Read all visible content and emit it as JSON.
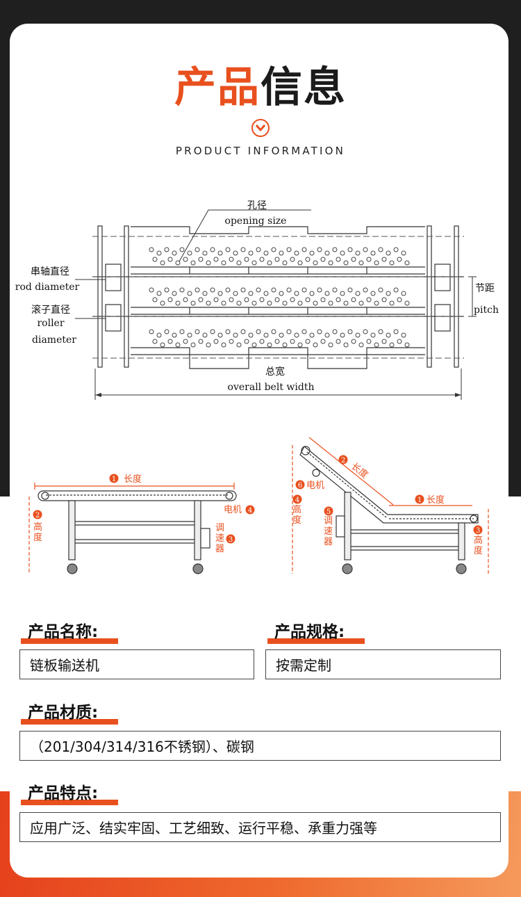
{
  "header": {
    "title_accent": "产品",
    "title_rest": "信息",
    "subtitle": "PRODUCT INFORMATION",
    "accent_color": "#e8501e"
  },
  "diagram_top": {
    "hole_cn": "孔径",
    "hole_en": "opening size",
    "rod_cn": "串轴直径",
    "rod_en": "rod diameter",
    "roller_cn": "滚子直径",
    "roller_en1": "roller",
    "roller_en2": "diameter",
    "pitch_cn": "节距",
    "pitch_en": "pitch",
    "width_cn": "总宽",
    "width_en": "overall belt width"
  },
  "diagram_flat": {
    "n1": "1",
    "length": "长度",
    "n2": "2",
    "height": "高度",
    "n3": "3",
    "regulator": "调速器",
    "n4": "4",
    "motor": "电机"
  },
  "diagram_incline": {
    "n1": "1",
    "length1": "长度",
    "n2": "2",
    "length2": "长度",
    "n3": "3",
    "height3": "高度",
    "n4": "4",
    "height4": "高度",
    "n5": "5",
    "regulator": "调速器",
    "n6": "6",
    "motor": "电机"
  },
  "info": {
    "name_label": "产品名称:",
    "name_value": "链板输送机",
    "spec_label": "产品规格:",
    "spec_value": "按需定制",
    "material_label": "产品材质:",
    "material_value": "（201/304/314/316不锈钢）、碳钢",
    "feature_label": "产品特点:",
    "feature_value": "应用广泛、结实牢固、工艺细致、运行平稳、承重力强等"
  }
}
